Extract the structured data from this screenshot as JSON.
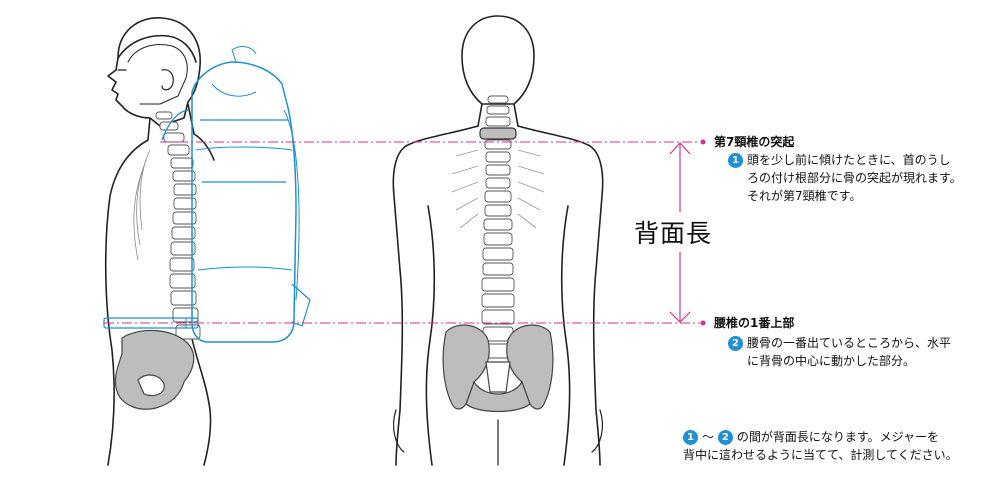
{
  "landmarks": {
    "c7": {
      "title": "第7頸椎の突起",
      "number": "1",
      "desc_lines": [
        "頭を少し前に傾けたときに、首のうし",
        "ろの付け根部分に骨の突起が現れます。",
        "それが第7頸椎です。"
      ]
    },
    "lumbar": {
      "title": "腰椎の1番上部",
      "number": "2",
      "desc_lines": [
        "腰骨の一番出ているところから、水平",
        "に背骨の中心に動かした部分。"
      ]
    }
  },
  "measurement_label": "背面長",
  "note": {
    "marker_1": "1",
    "tilde": "～",
    "marker_2": "2",
    "line1_rest": "の間が背面長になります。メジャーを",
    "line2": "背中に這わせるように当てて、計測してください。"
  },
  "colors": {
    "guide_line": "#d6338f",
    "backpack": "#1f8fd6",
    "bone_fill": "#bdbdbd",
    "outline": "#222222"
  },
  "icons": [
    "side-body-figure",
    "back-body-figure",
    "backpack-figure",
    "spine-illustration",
    "pelvis-illustration"
  ]
}
